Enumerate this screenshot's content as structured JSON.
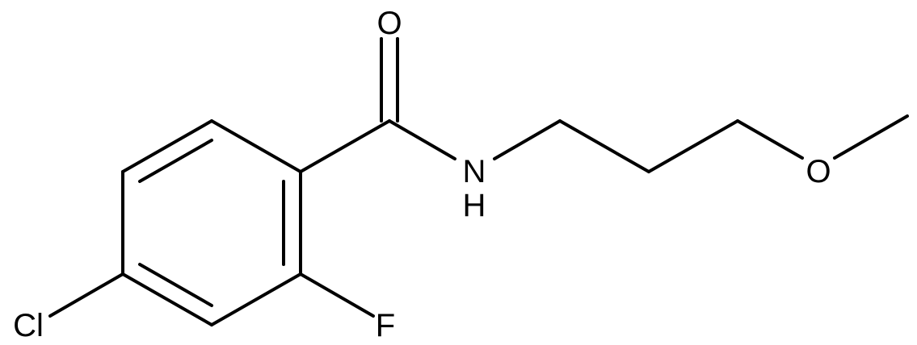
{
  "molecule": {
    "atoms": {
      "O_carbonyl": "O",
      "N_amide": "N",
      "H_amide": "H",
      "O_ether": "O",
      "Cl": "Cl",
      "F": "F"
    },
    "colors": {
      "bond": "#000000",
      "label": "#000000",
      "background": "#ffffff"
    }
  }
}
